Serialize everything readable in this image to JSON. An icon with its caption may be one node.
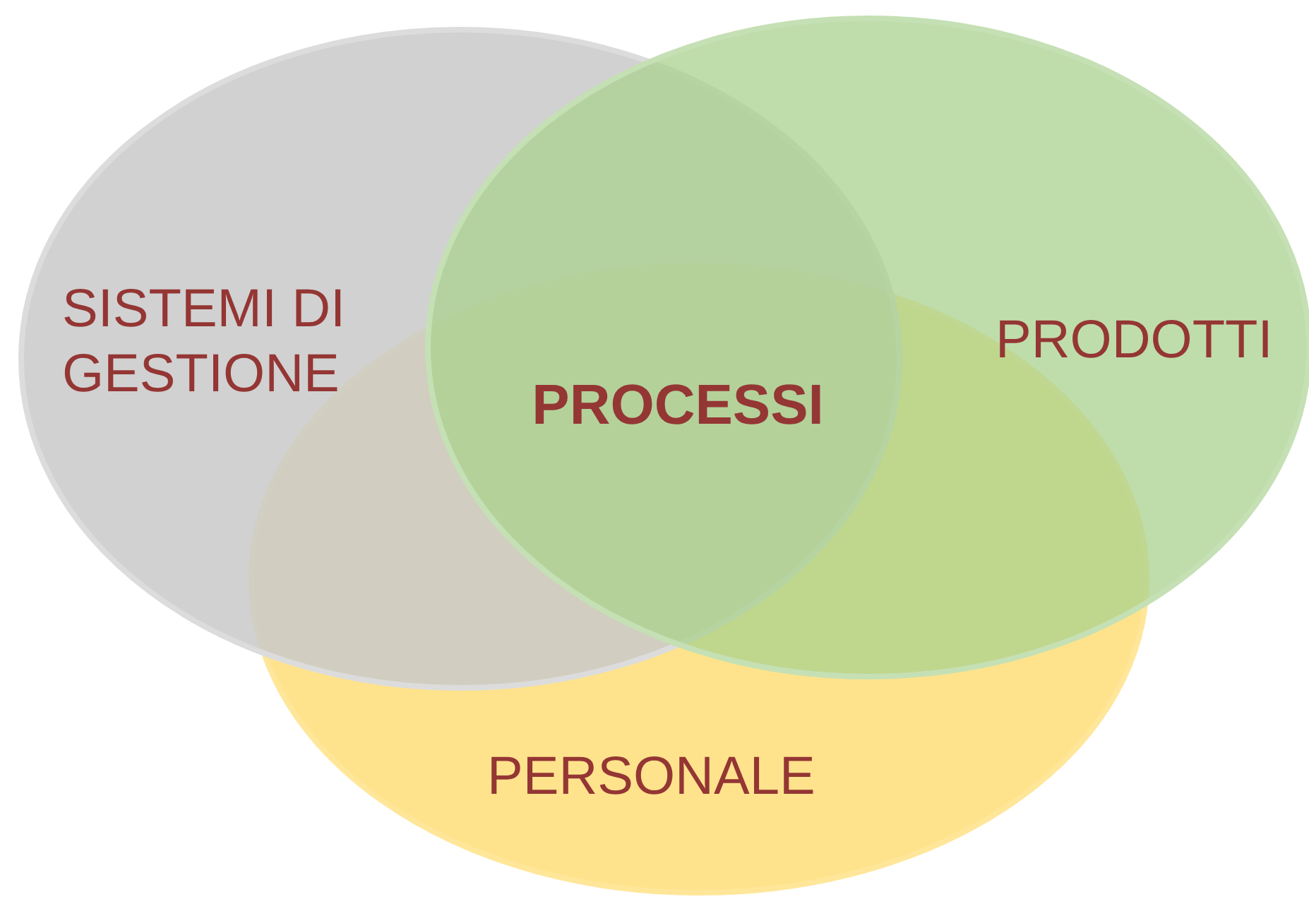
{
  "diagram": {
    "nodes": [
      {
        "text": [
          "SISTEMI DI GESTIONE"
        ]
      },
      {
        "text": [
          "PRODOTTI"
        ]
      },
      {
        "text": [
          "PERSONALE"
        ]
      }
    ],
    "labels": [
      "PROCESSI"
    ]
  }
}
